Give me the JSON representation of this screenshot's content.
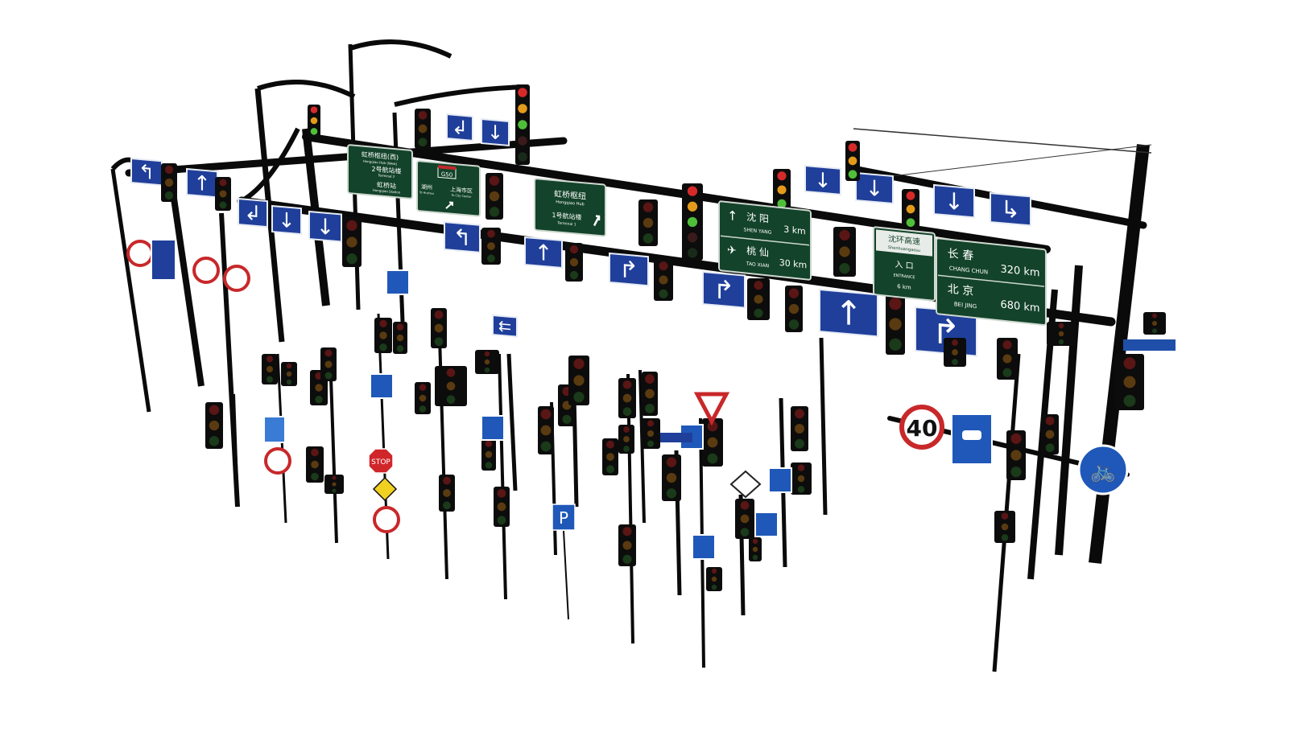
{
  "signs": {
    "hongqiao_west": {
      "title_cn": "虹桥枢纽(西)",
      "title_en": "Hongqiao Hub (West)",
      "line1_cn": "2号航站楼",
      "line1_en": "Terminal 2",
      "line2_cn": "虹桥站",
      "line2_en": "Hongqiao Station"
    },
    "g50": {
      "route": "G50",
      "left_cn": "湖州",
      "left_en": "To Huzhou",
      "right_cn": "上海市区",
      "right_en": "To City Center"
    },
    "hongqiao_hub": {
      "title_cn": "虹桥枢纽",
      "title_en": "Hongqiao Hub",
      "line_cn": "1号航站楼",
      "line_en": "Terminal 1"
    },
    "shenyang": {
      "r1_cn": "沈 阳",
      "r1_en": "SHEN YANG",
      "r1_dist": "3 km",
      "r2_cn": "桃 仙",
      "r2_en": "TAO XIAN",
      "r2_dist": "30 km"
    },
    "shenhuan": {
      "title_cn": "沈环高速",
      "title_en": "Shenhuangaosu",
      "entry_cn": "入 口",
      "entry_en": "ENTRANCE",
      "dist": "6 km"
    },
    "changchun": {
      "r1_cn": "长 春",
      "r1_en": "CHANG CHUN",
      "r1_dist": "320 km",
      "r2_cn": "北 京",
      "r2_en": "BEI JING",
      "r2_dist": "680 km"
    },
    "speed_limit": "40",
    "stop": "STOP",
    "parking": "P"
  },
  "colors": {
    "guide_green": "#13432a",
    "lane_blue": "#1f3f9a",
    "red": "#d62a2a",
    "amber": "#e39a1b",
    "green": "#4fbf3a"
  }
}
